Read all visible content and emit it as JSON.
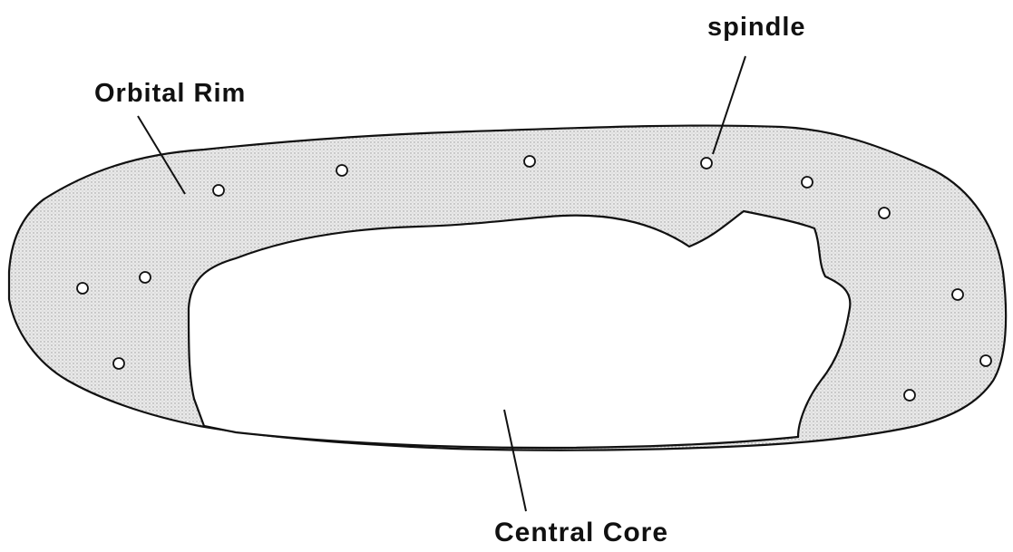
{
  "labels": {
    "spindle": "spindle",
    "orbital_rim": "Orbital Rim",
    "central_core": "Central Core"
  },
  "colors": {
    "ink": "#111111",
    "rim_fill": "#e6e6e6",
    "rim_stipple": "#9a9a9a",
    "core_fill": "#ffffff",
    "background": "#ffffff"
  }
}
